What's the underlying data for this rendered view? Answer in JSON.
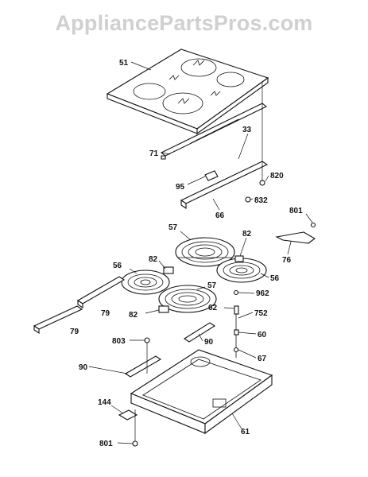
{
  "watermark": "AppliancePartsPros.com",
  "labels": {
    "p51": "51",
    "p33": "33",
    "p71": "71",
    "p820": "820",
    "p95": "95",
    "p832": "832",
    "p66": "66",
    "p801a": "801",
    "p57a": "57",
    "p82a": "82",
    "p76": "76",
    "p56a": "56",
    "p82b": "82",
    "p56b": "56",
    "p79a": "79",
    "p57b": "57",
    "p962": "962",
    "p82c": "82",
    "p62": "62",
    "p752": "752",
    "p79b": "79",
    "p60": "60",
    "p803": "803",
    "p90a": "90",
    "p67": "67",
    "p90b": "90",
    "p144": "144",
    "p61": "61",
    "p801b": "801"
  }
}
